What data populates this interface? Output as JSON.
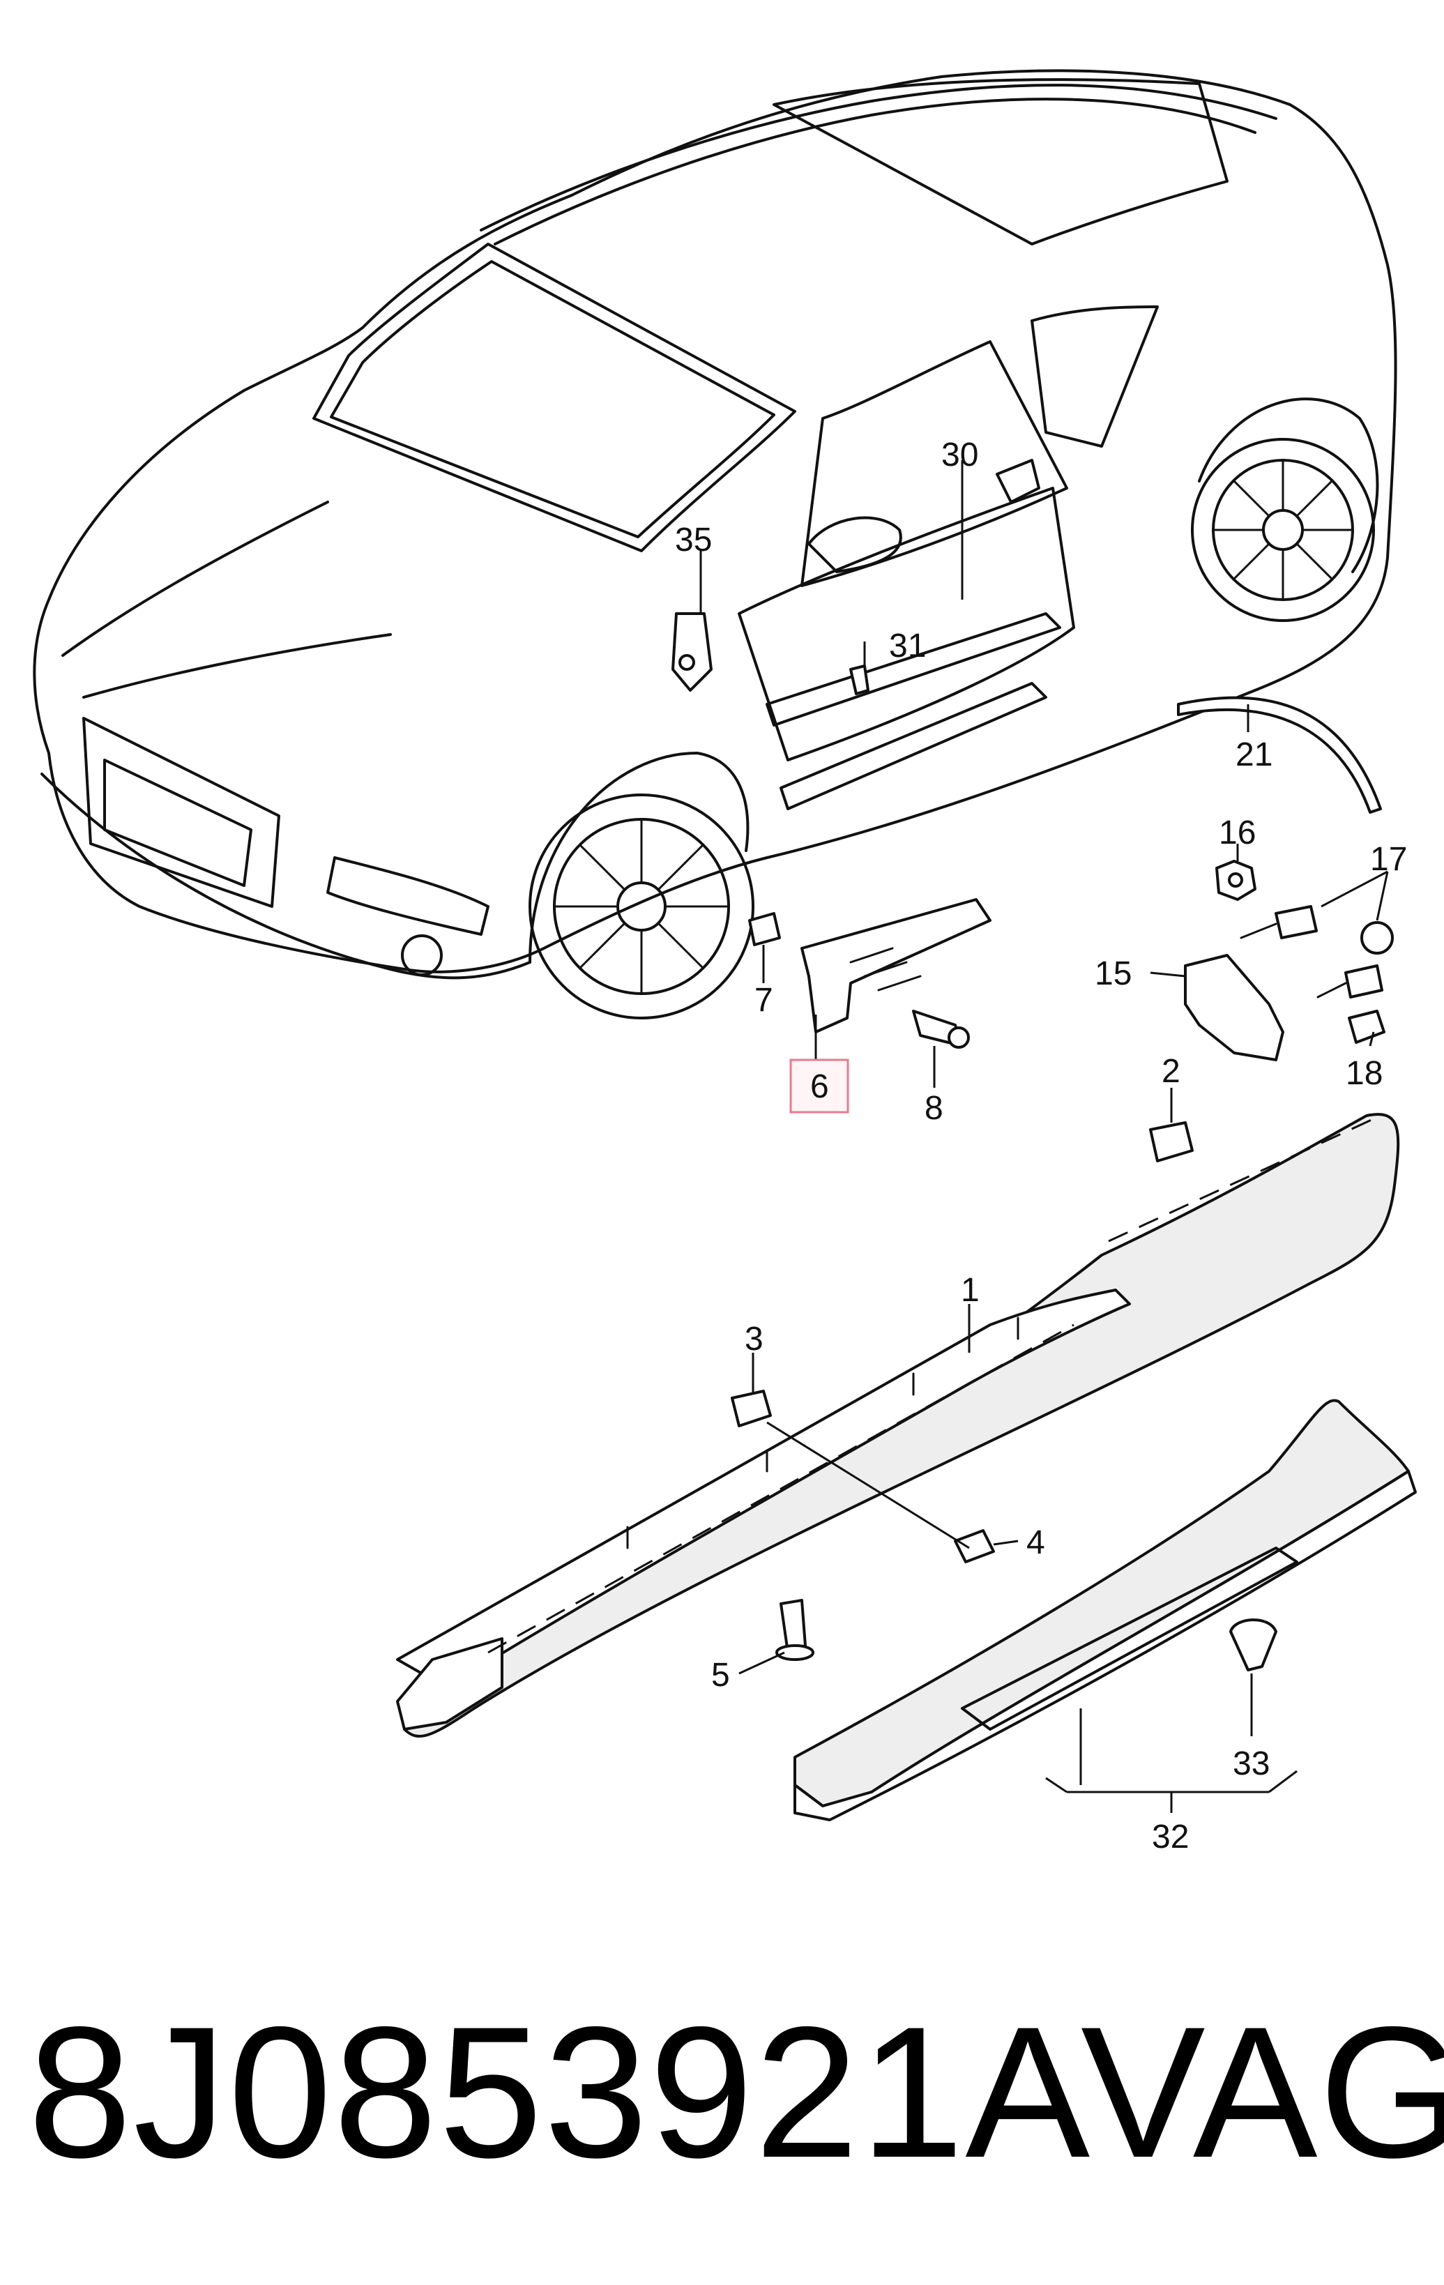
{
  "diagram": {
    "callouts": {
      "c1": "1",
      "c2": "2",
      "c3": "3",
      "c4": "4",
      "c5": "5",
      "c6": "6",
      "c7": "7",
      "c8": "8",
      "c15": "15",
      "c16": "16",
      "c17": "17",
      "c18": "18",
      "c21": "21",
      "c30": "30",
      "c31": "31",
      "c32": "32",
      "c33": "33",
      "c35": "35"
    },
    "highlighted_callout": "6",
    "highlight_color": "#e57c8e"
  },
  "footer": {
    "part_number": "8J0853921A",
    "brand": "VAG"
  }
}
